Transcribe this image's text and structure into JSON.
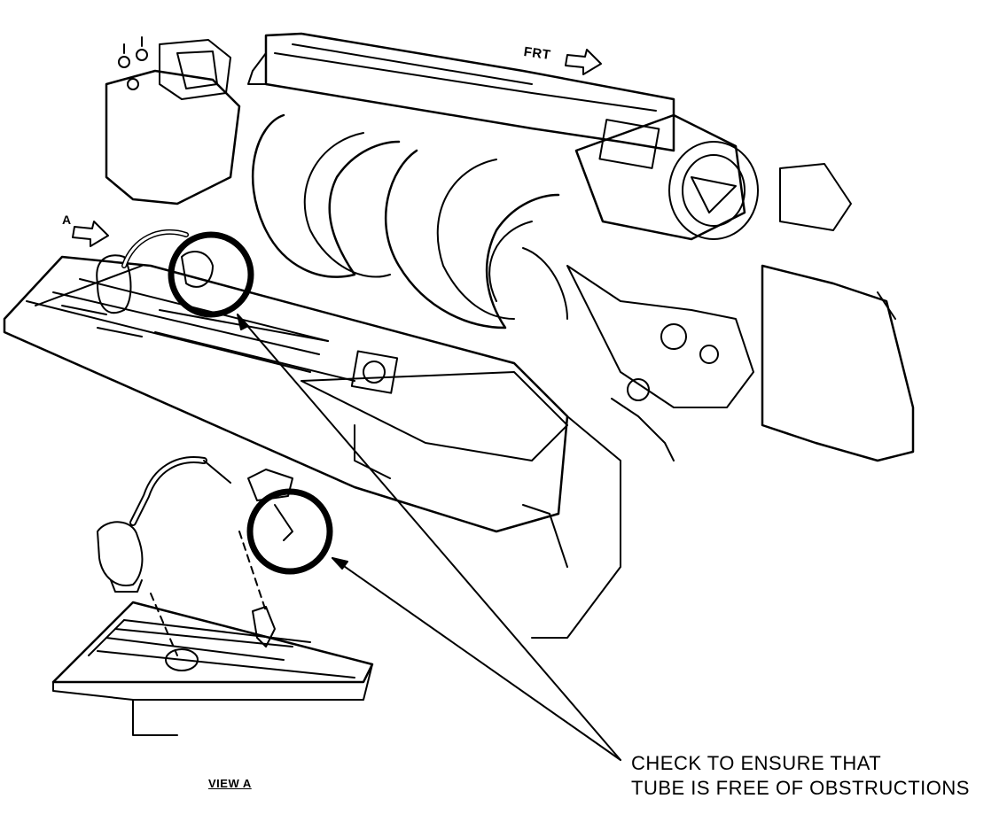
{
  "labels": {
    "front": "FRT",
    "view_marker": "A",
    "view_caption": "VIEW A",
    "callout_line1": "CHECK TO ENSURE THAT",
    "callout_line2": "TUBE IS FREE OF OBSTRUCTIONS"
  },
  "colors": {
    "ink": "#000000",
    "paper": "#ffffff"
  }
}
